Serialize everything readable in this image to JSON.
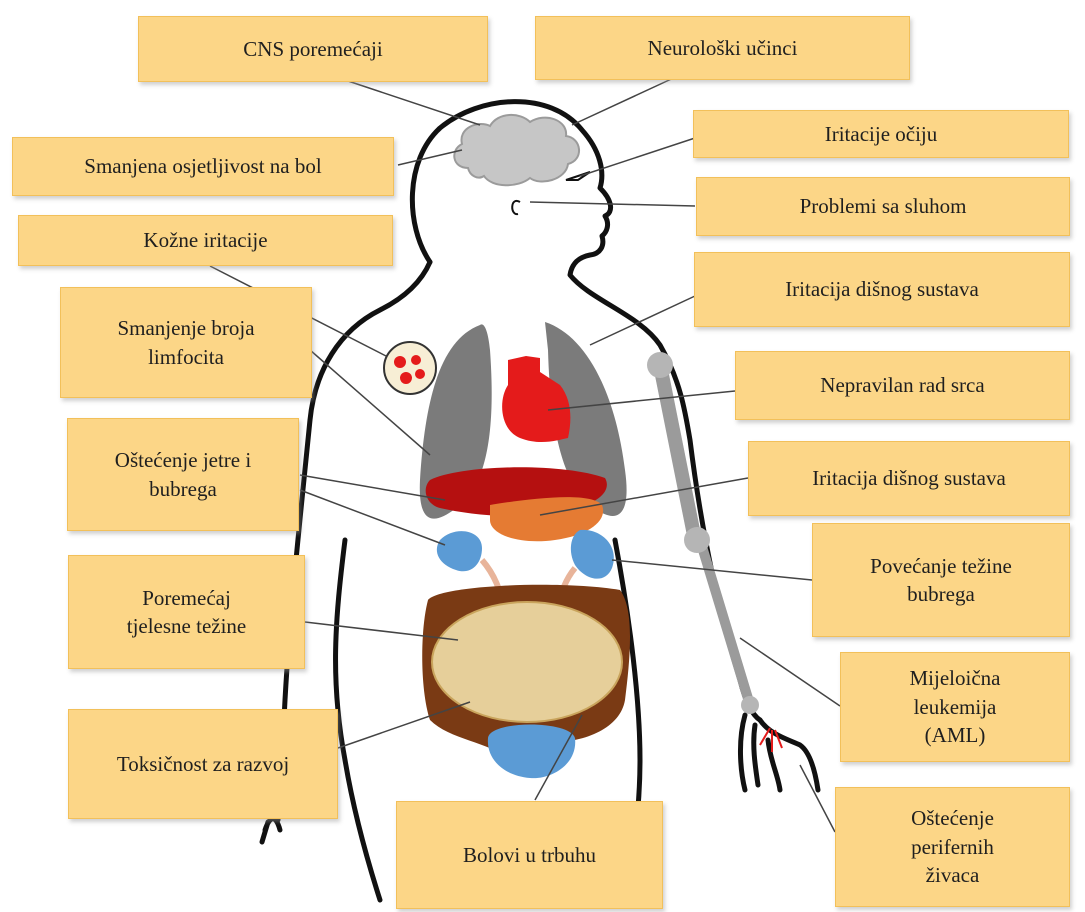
{
  "labels": {
    "cns": "CNS poremećaji",
    "neuro": "Neurološki učinci",
    "pain": "Smanjena osjetljivost na bol",
    "eyes": "Iritacije očiju",
    "hearing": "Problemi sa sluhom",
    "skin": "Kožne iritacije",
    "lymph": "Smanjenje broja\nlimfocita",
    "resp1": "Iritacija dišnog sustava",
    "heart": "Nepravilan rad srca",
    "liver": "Oštećenje jetre i\nbubrega",
    "resp2": "Iritacija dišnog sustava",
    "kidney": "Povećanje težine\nbubrega",
    "weight": "Poremećaj\ntjelesne težine",
    "aml": "Mijeloična\nleukemija\n(AML)",
    "tox": "Toksičnost za razvoj",
    "pain_abd": "Bolovi u trbuhu",
    "nerves": "Oštećenje\nperifernih\nživaca"
  }
}
